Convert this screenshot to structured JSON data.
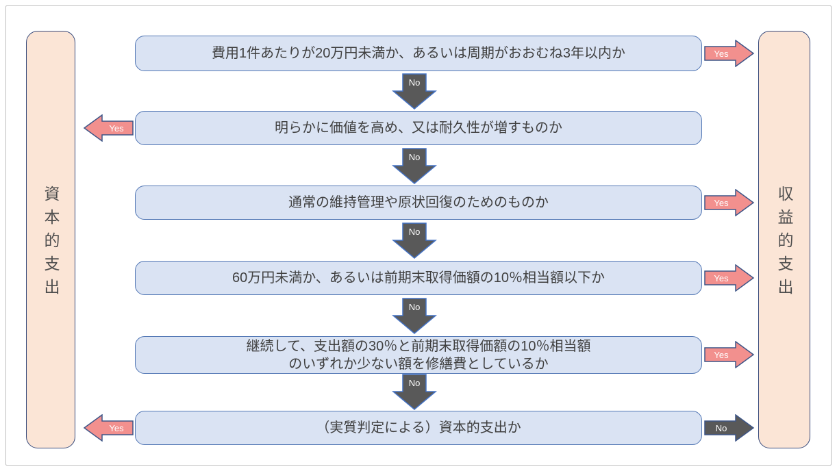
{
  "theme": {
    "box-fill": "#dae3f3",
    "box-border": "#5176b4",
    "bar-fill": "#fbe5d6",
    "bar-border": "#35487a",
    "yes-fill": "#f2908e",
    "no-fill": "#595959",
    "down-border": "#4472c4",
    "side-border": "#3d5587"
  },
  "sidebars": {
    "left": {
      "label": "資本的支出"
    },
    "right": {
      "label": "収益的支出"
    }
  },
  "flow": {
    "rows": [
      {
        "question": "費用1件あたりが20万円未満か、あるいは周期がおおむね3年以内か",
        "right_label": "Yes",
        "down_label": "No"
      },
      {
        "question": "明らかに価値を高め、又は耐久性が増すものか",
        "left_label": "Yes",
        "down_label": "No"
      },
      {
        "question": "通常の維持管理や原状回復のためのものか",
        "right_label": "Yes",
        "down_label": "No"
      },
      {
        "question": "60万円未満か、あるいは前期末取得価額の10％相当額以下か",
        "right_label": "Yes",
        "down_label": "No"
      },
      {
        "question": "継続して、支出額の30％と前期末取得価額の10％相当額\nのいずれか少ない額を修繕費としているか",
        "right_label": "Yes",
        "down_label": "No"
      },
      {
        "question": "（実質判定による）資本的支出か",
        "left_label": "Yes",
        "right_label": "No"
      }
    ]
  }
}
